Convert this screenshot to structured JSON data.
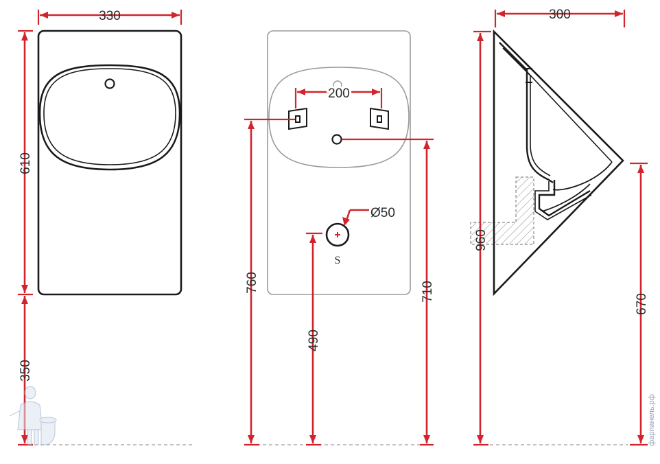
{
  "colors": {
    "dimension": "#d1242c",
    "outline_dark": "#1a1a1a",
    "outline_light": "#9a9a9a",
    "floor_line": "#a0a0a0",
    "hatch": "#8a8a8a"
  },
  "front_view": {
    "width": "330",
    "height_body": "610",
    "height_floor": "350"
  },
  "rear_view": {
    "bracket_spacing": "200",
    "outlet_diameter": "Ø50",
    "outlet_label": "S",
    "outlet_height": "490",
    "bracket_height": "760",
    "inlet_height": "710"
  },
  "side_view": {
    "depth": "300",
    "total_height": "960",
    "rim_height": "670"
  },
  "watermark": "фарпанель.рф",
  "icons": [
    "plumber-mascot-icon"
  ]
}
